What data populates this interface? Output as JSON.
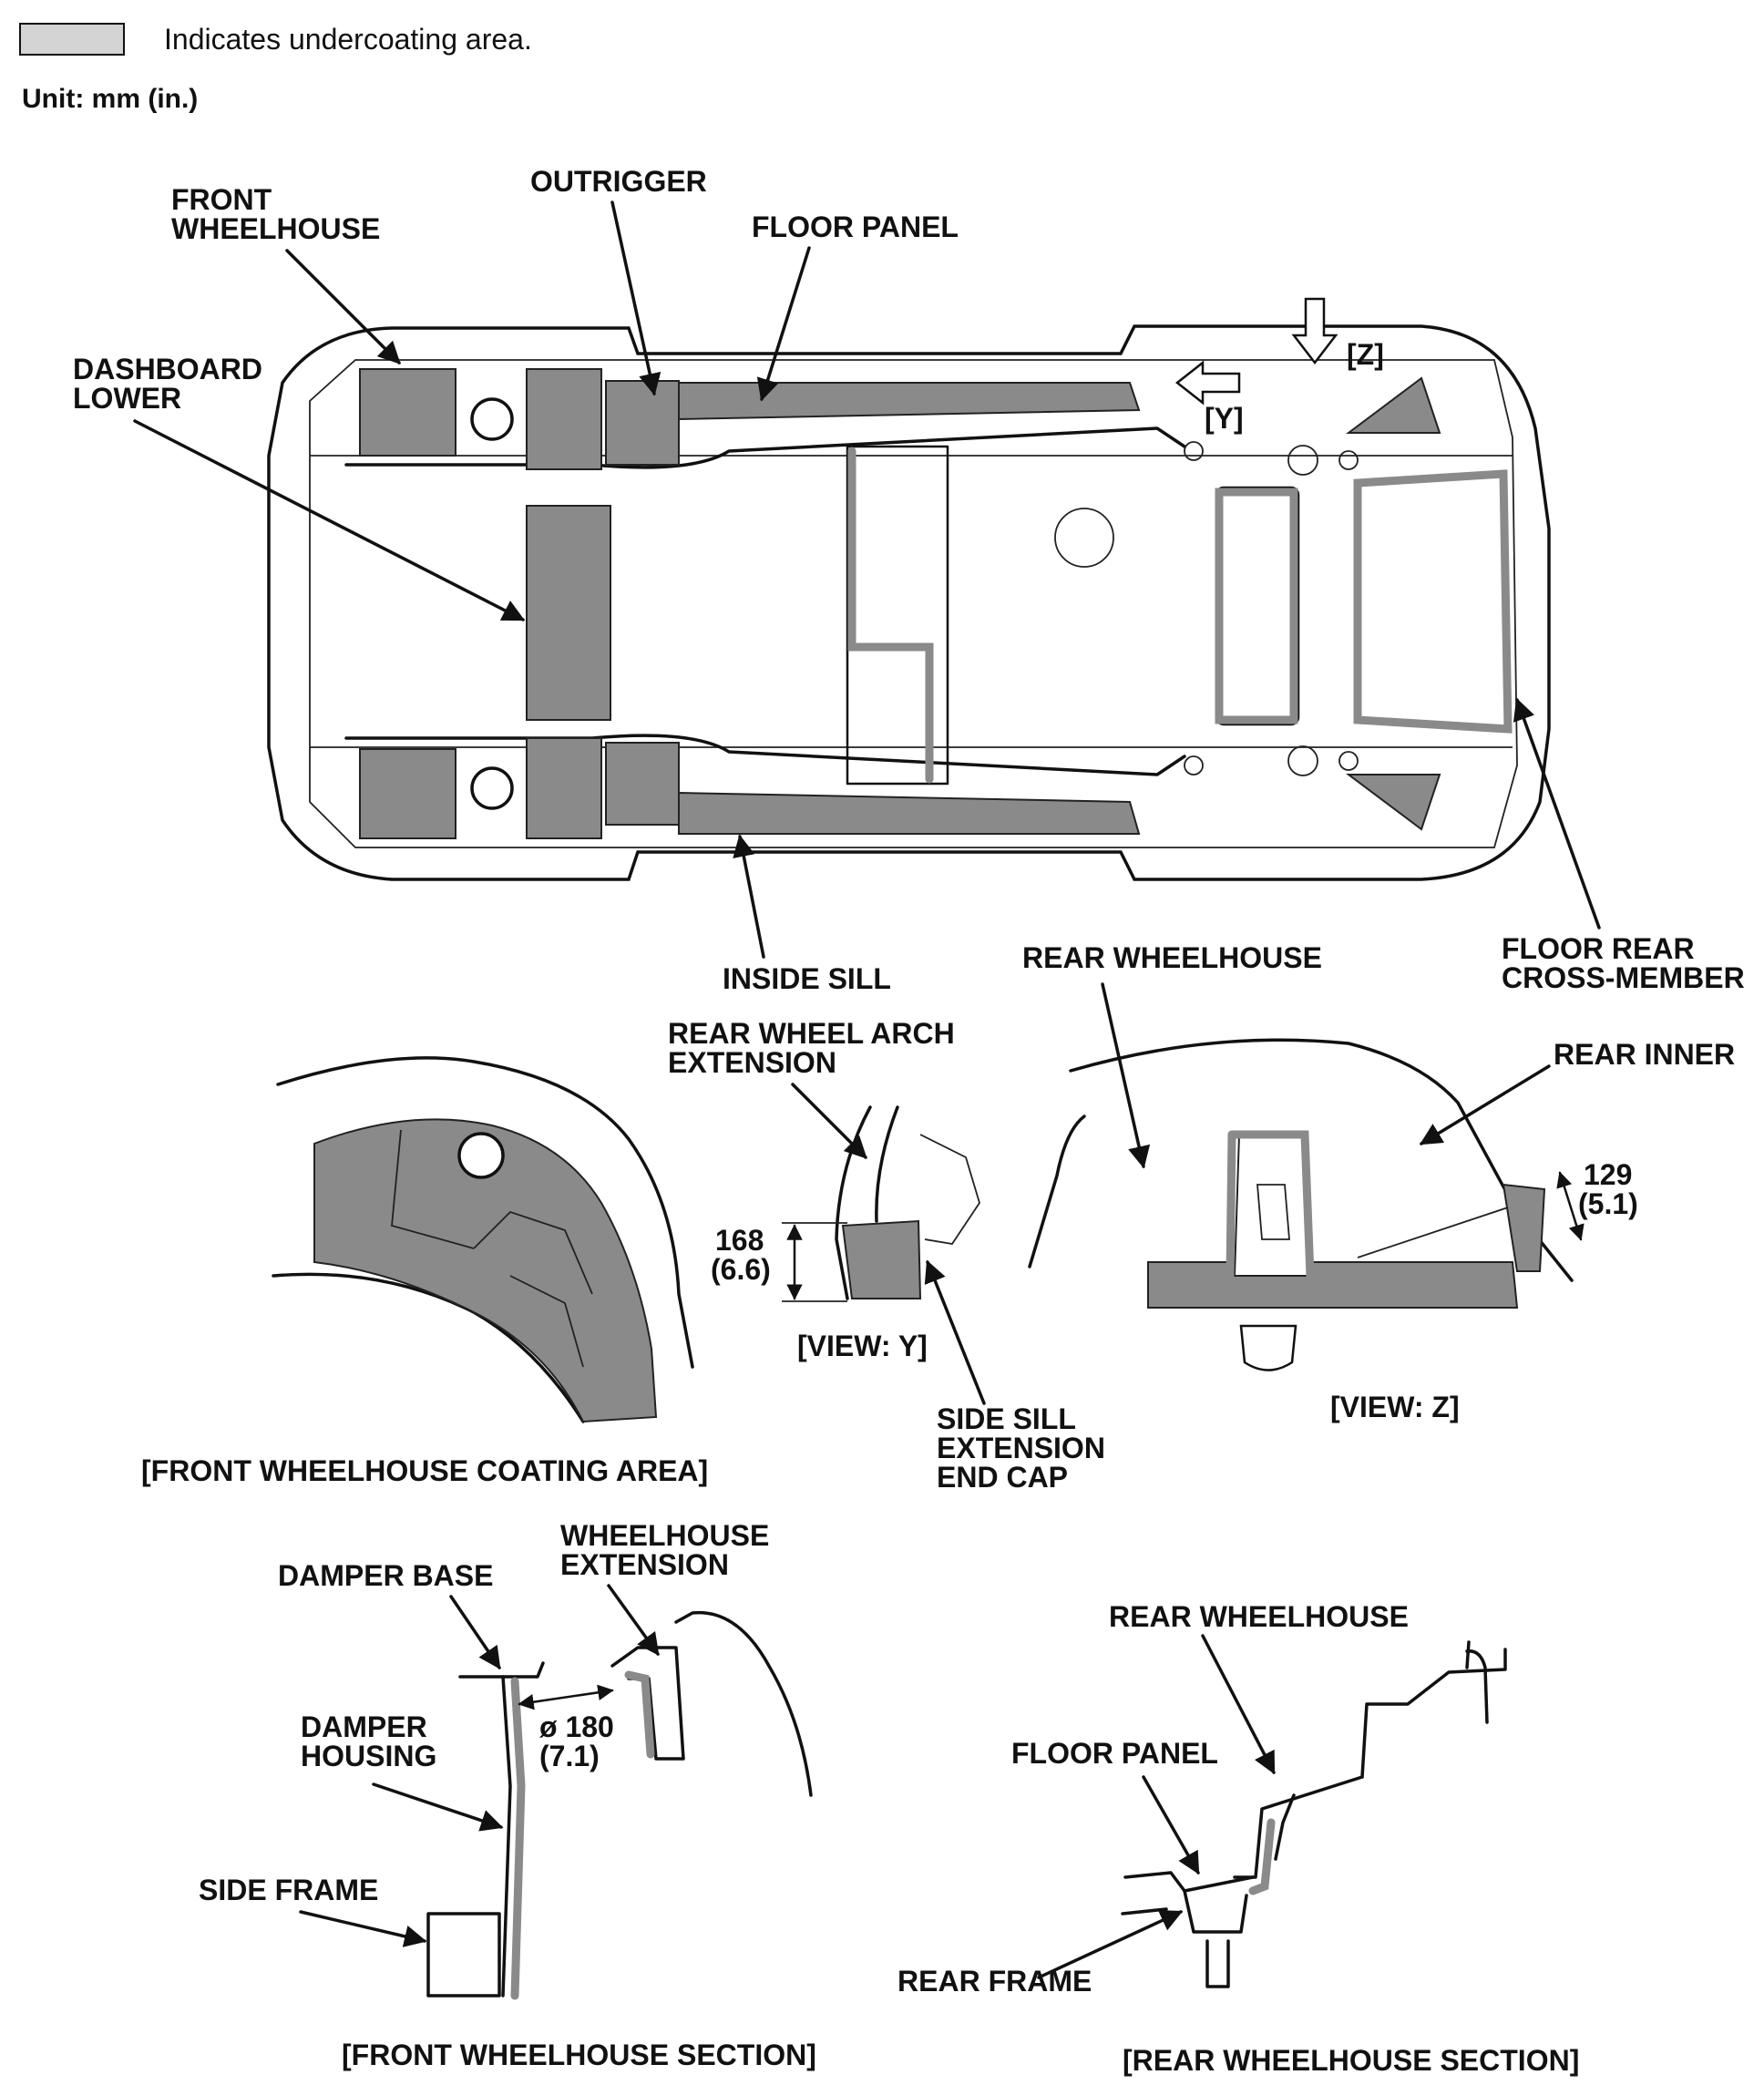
{
  "legend": {
    "text": "Indicates undercoating area.",
    "swatch_color": "#d4d4d4"
  },
  "unit": "Unit: mm (in.)",
  "colors": {
    "coating": "#8a8a8a",
    "line": "#111111"
  },
  "underbody": {
    "labels": {
      "front_wheelhouse": [
        "FRONT",
        "WHEELHOUSE"
      ],
      "outrigger": "OUTRIGGER",
      "floor_panel": "FLOOR PANEL",
      "dashboard_lower": [
        "DASHBOARD",
        "LOWER"
      ],
      "inside_sill": "INSIDE SILL",
      "rear_wheelhouse": "REAR WHEELHOUSE",
      "floor_rear_cross_member": [
        "FLOOR REAR",
        "CROSS-MEMBER"
      ]
    },
    "view_markers": {
      "z": "[Z]",
      "y": "[Y]"
    }
  },
  "front_wheelhouse_area": {
    "caption": "[FRONT WHEELHOUSE COATING AREA]"
  },
  "view_y": {
    "labels": {
      "rear_wheel_arch_extension": [
        "REAR WHEEL ARCH",
        "EXTENSION"
      ],
      "side_sill_extension_end_cap": [
        "SIDE SILL",
        "EXTENSION",
        "END CAP"
      ]
    },
    "dimension": {
      "mm": "168",
      "in": "(6.6)"
    },
    "caption": "[VIEW: Y]"
  },
  "view_z": {
    "labels": {
      "rear_inner": "REAR INNER"
    },
    "dimension": {
      "mm": "129",
      "in": "(5.1)"
    },
    "caption": "[VIEW: Z]"
  },
  "front_section": {
    "labels": {
      "damper_base": "DAMPER BASE",
      "wheelhouse_extension": [
        "WHEELHOUSE",
        "EXTENSION"
      ],
      "damper_housing": [
        "DAMPER",
        "HOUSING"
      ],
      "side_frame": "SIDE FRAME"
    },
    "dimension": {
      "mm": "ø 180",
      "in": "(7.1)"
    },
    "caption": "[FRONT WHEELHOUSE SECTION]"
  },
  "rear_section": {
    "labels": {
      "rear_wheelhouse": "REAR WHEELHOUSE",
      "floor_panel": "FLOOR PANEL",
      "rear_frame": "REAR FRAME"
    },
    "caption": "[REAR WHEELHOUSE SECTION]"
  }
}
